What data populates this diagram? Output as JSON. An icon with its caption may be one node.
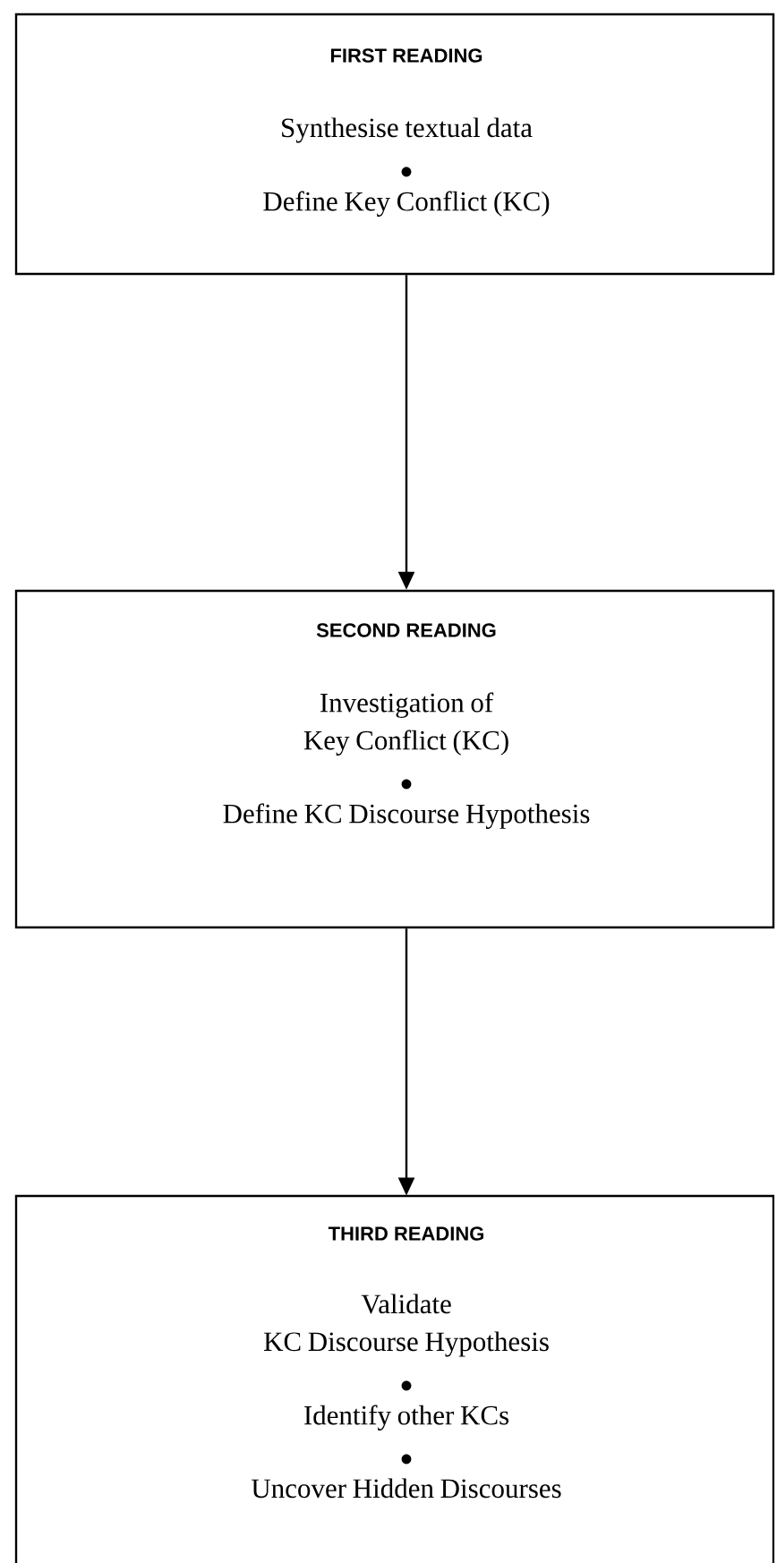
{
  "diagram": {
    "nodes": [
      {
        "text": [
          "FIRST READING",
          "Synthesise textual data",
          "Define Key Conflict (KC)"
        ]
      },
      {
        "text": [
          "SECOND READING",
          "Investigation of Key Conflict (KC)",
          "Define KC Discourse Hypothesis"
        ]
      },
      {
        "text": [
          "THIRD READING",
          "Validate KC Discourse Hypothesis",
          "Identify other KCs",
          "Uncover Hidden Discourses"
        ]
      }
    ],
    "edges": [
      {
        "from": 0,
        "to": 1,
        "arrow": "to"
      },
      {
        "from": 1,
        "to": 2,
        "arrow": "to"
      }
    ]
  }
}
